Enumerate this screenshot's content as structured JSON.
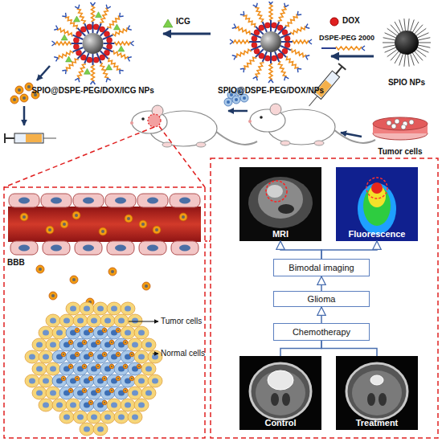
{
  "diagram": {
    "nodes": [
      {
        "text": [
          "SPIO@DSPE-PEG/DOX/ICG NPs"
        ]
      },
      {
        "text": [
          "SPIO@DSPE-PEG/DOX/NPs"
        ]
      },
      {
        "text": [
          "SPIO NPs"
        ]
      },
      {
        "text": [
          "Tumor cells"
        ]
      },
      {
        "text": [
          "MRI"
        ]
      },
      {
        "text": [
          "Fluorescence"
        ]
      },
      {
        "text": [
          "Bimodal imaging"
        ]
      },
      {
        "text": [
          "Glioma"
        ]
      },
      {
        "text": [
          "Chemotherapy"
        ]
      },
      {
        "text": [
          "Control"
        ]
      },
      {
        "text": [
          "Treatment"
        ]
      }
    ],
    "edges": [
      {
        "from": 2,
        "to": 1,
        "arrow": "to"
      },
      {
        "from": 1,
        "to": 0,
        "arrow": "to"
      },
      {
        "from": 7,
        "to": 6,
        "arrow": "to"
      },
      {
        "from": 6,
        "to": 4,
        "arrow": "to"
      },
      {
        "from": 6,
        "to": 5,
        "arrow": "to"
      },
      {
        "from": 8,
        "to": 7,
        "arrow": "to"
      },
      {
        "from": 8,
        "to": 9,
        "arrow": "none"
      },
      {
        "from": 8,
        "to": 10,
        "arrow": "none"
      }
    ],
    "labels": [
      "ICG",
      "DOX",
      "DSPE-PEG 2000",
      "BBB",
      "Tumor cells",
      "Normal cells"
    ]
  }
}
